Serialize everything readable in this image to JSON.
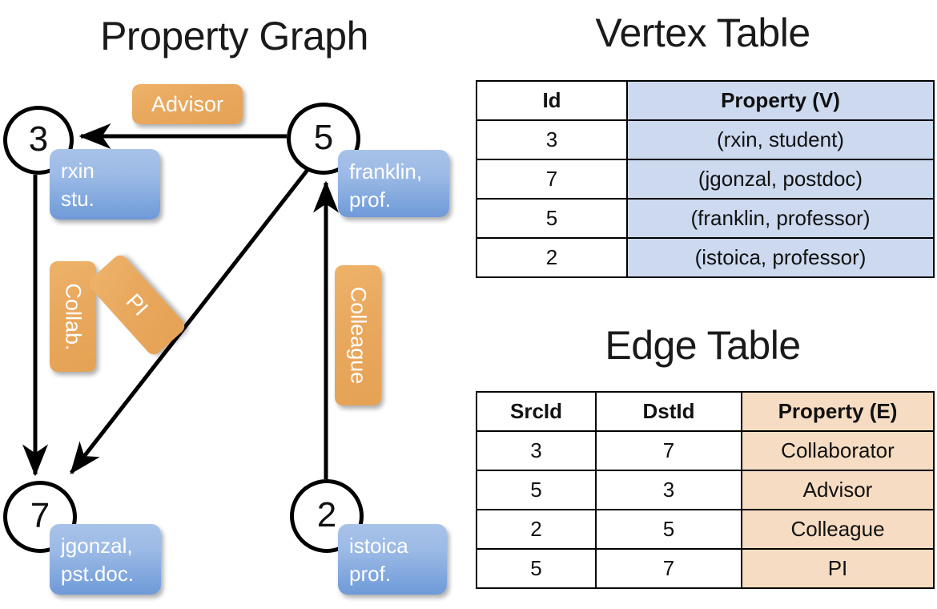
{
  "titles": {
    "property_graph": "Property Graph",
    "vertex_table": "Vertex Table",
    "edge_table": "Edge Table"
  },
  "colors": {
    "vertex_header_fill": "#ccd9ef",
    "edge_header_fill": "#f5dcc2",
    "property_box": "#8cb0e0",
    "label_box": "#e8a85e",
    "stroke": "#000000"
  },
  "graph": {
    "nodes": [
      {
        "id": "3",
        "property_label": "rxin\nstu."
      },
      {
        "id": "5",
        "property_label": "franklin,\nprof."
      },
      {
        "id": "7",
        "property_label": "jgonzal,\npst.doc."
      },
      {
        "id": "2",
        "property_label": "istoica\nprof."
      }
    ],
    "node_labels": {
      "n3": "3",
      "n5": "5",
      "n7": "7",
      "n2": "2"
    },
    "property_boxes": {
      "rxin_line1": "rxin",
      "rxin_line2": "stu.",
      "franklin_line1": "franklin,",
      "franklin_line2": "prof.",
      "jgonzal_line1": "jgonzal,",
      "jgonzal_line2": "pst.doc.",
      "istoica_line1": "istoica",
      "istoica_line2": "prof."
    },
    "edge_labels": {
      "advisor": "Advisor",
      "collab": "Collab.",
      "pi": "PI",
      "colleague": "Colleague"
    },
    "edges": [
      {
        "src": "5",
        "dst": "3",
        "label": "Advisor"
      },
      {
        "src": "3",
        "dst": "7",
        "label": "Collab."
      },
      {
        "src": "5",
        "dst": "7",
        "label": "PI"
      },
      {
        "src": "2",
        "dst": "5",
        "label": "Colleague"
      }
    ]
  },
  "vertex_table": {
    "headers": [
      "Id",
      "Property (V)"
    ],
    "rows": [
      {
        "id": "3",
        "property": "(rxin, student)"
      },
      {
        "id": "7",
        "property": "(jgonzal, postdoc)"
      },
      {
        "id": "5",
        "property": "(franklin, professor)"
      },
      {
        "id": "2",
        "property": "(istoica, professor)"
      }
    ]
  },
  "edge_table": {
    "headers": [
      "SrcId",
      "DstId",
      "Property (E)"
    ],
    "rows": [
      {
        "src": "3",
        "dst": "7",
        "property": "Collaborator"
      },
      {
        "src": "5",
        "dst": "3",
        "property": "Advisor"
      },
      {
        "src": "2",
        "dst": "5",
        "property": "Colleague"
      },
      {
        "src": "5",
        "dst": "7",
        "property": "PI"
      }
    ]
  }
}
